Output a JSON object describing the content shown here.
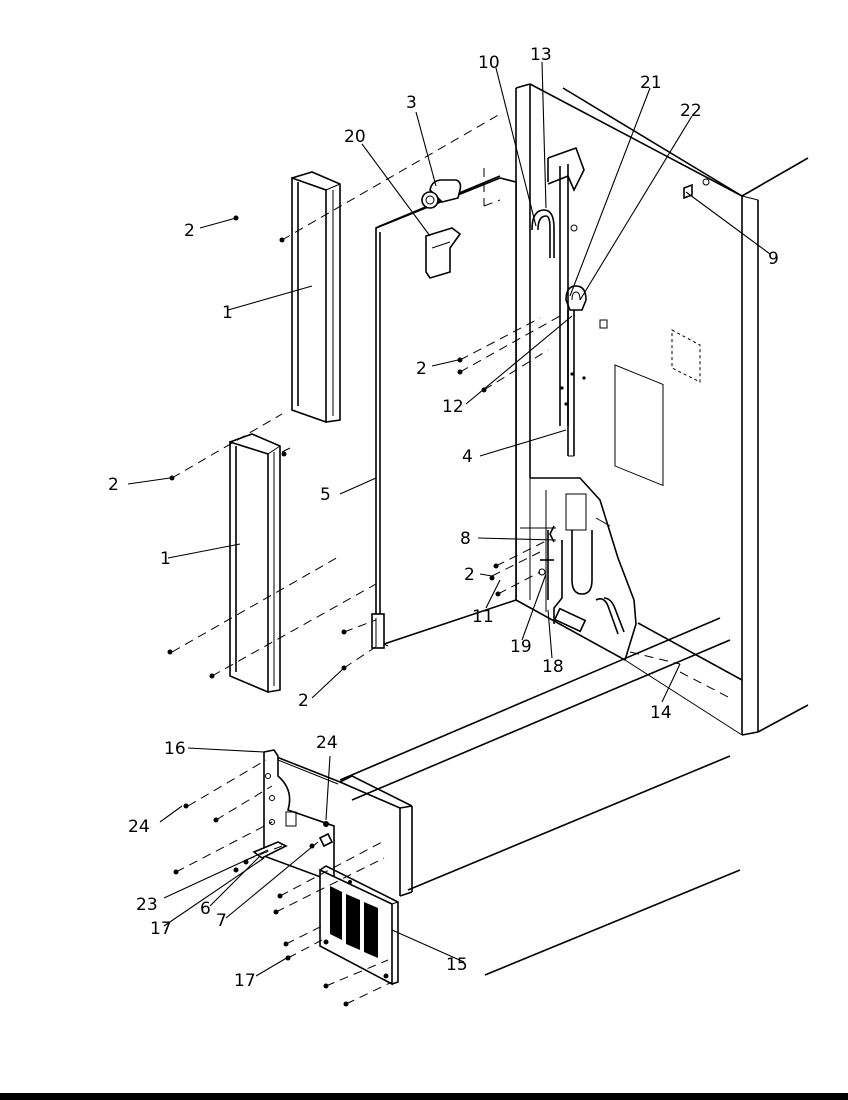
{
  "callouts": [
    "1",
    "1",
    "2",
    "2",
    "2",
    "2",
    "2",
    "2",
    "3",
    "4",
    "5",
    "6",
    "7",
    "8",
    "9",
    "10",
    "11",
    "12",
    "13",
    "14",
    "15",
    "16",
    "17",
    "17",
    "18",
    "19",
    "20",
    "21",
    "22",
    "23",
    "24",
    "24"
  ]
}
